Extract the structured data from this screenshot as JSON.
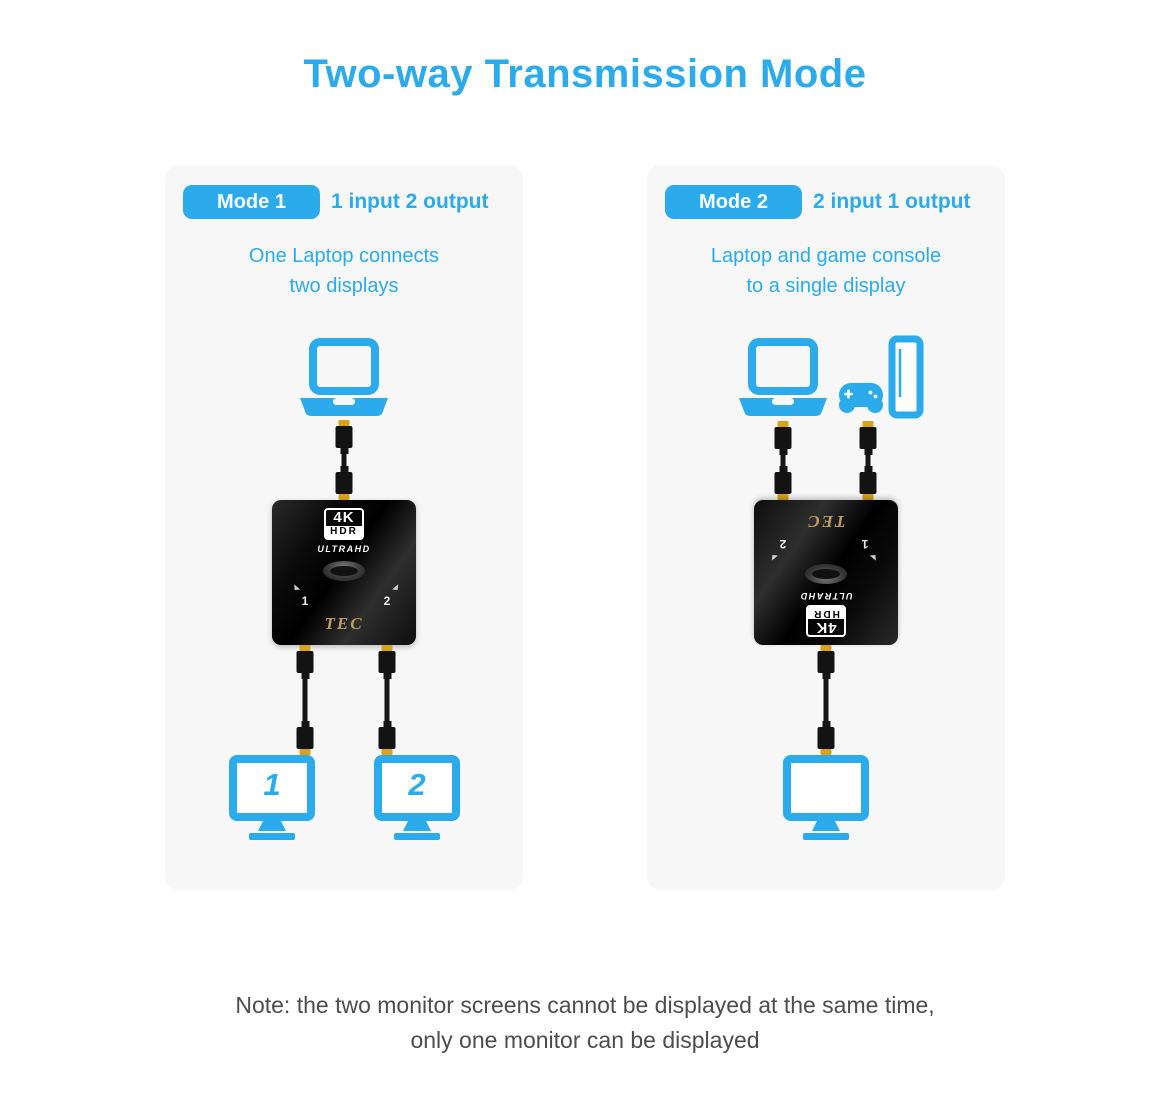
{
  "title": "Two-way Transmission Mode",
  "colors": {
    "accent": "#2BAAEC",
    "card_bg": "#F7F7F8",
    "device_black": "#0D0D0D",
    "connector_gold": "#D8A21C",
    "brand_gold": "#C29C5F",
    "note_text": "#4D4D4D"
  },
  "mode1": {
    "badge_label": "Mode 1",
    "io_label": "1 input 2 output",
    "description_line1": "One Laptop connects",
    "description_line2": "two displays",
    "monitor_labels": [
      "1",
      "2"
    ]
  },
  "mode2": {
    "badge_label": "Mode 2",
    "io_label": "2 input 1 output",
    "description_line1": "Laptop and game console",
    "description_line2": "to a single display"
  },
  "device": {
    "logo_line1": "4K",
    "logo_line2": "HDR",
    "resolution_label": "ULTRAHD",
    "port_labels": [
      "1",
      "2"
    ],
    "brand": "TEC"
  },
  "note": {
    "line1": "Note: the two monitor screens cannot be displayed at the same time,",
    "line2": "only one monitor can be displayed"
  }
}
